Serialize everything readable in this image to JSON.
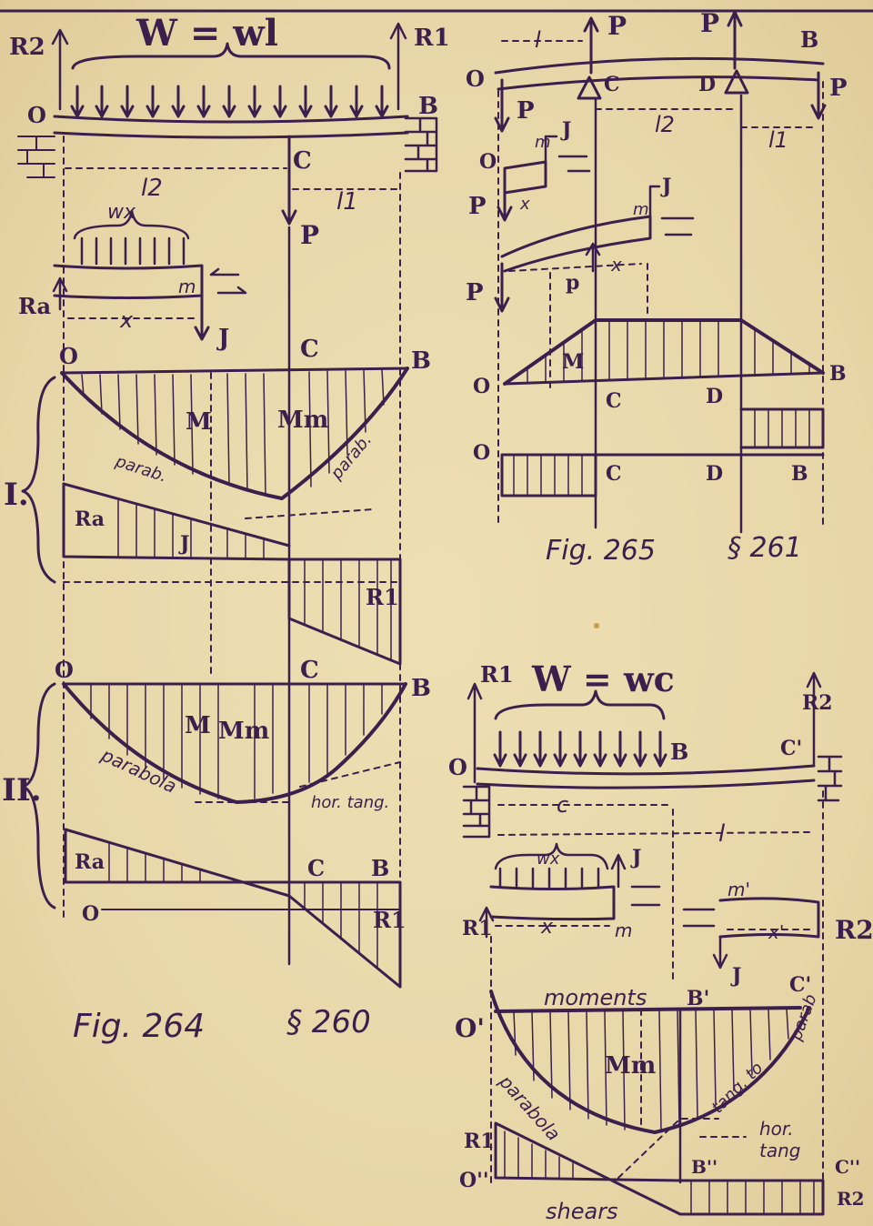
{
  "fig264": {
    "load_label": "W = wl",
    "labels": {
      "R2": "R2",
      "R1": "R1",
      "O": "O",
      "B": "B",
      "C": "C",
      "P": "P",
      "l2": "l2",
      "l1": "l1",
      "wx": "wx",
      "m": "m",
      "J": "J",
      "x": "x",
      "M": "M",
      "Mm": "Mm",
      "I": "I.",
      "II": "II.",
      "parab": "parab.",
      "parabola": "parabola",
      "hor_tang": "hor. tang.",
      "Ra": "Ra",
      "Ri": "R1"
    },
    "caption": "Fig. 264",
    "section": "§ 260"
  },
  "fig265": {
    "labels": {
      "O": "O",
      "P": "P",
      "C": "C",
      "D": "D",
      "B": "B",
      "l": "l",
      "l1": "l1",
      "l2": "l2",
      "m": "m",
      "J": "J",
      "x": "x",
      "p": "p",
      "M": "M"
    },
    "caption": "Fig. 265",
    "section": "§ 261"
  },
  "fig266": {
    "load_label": "W = wc",
    "labels": {
      "R1": "R1",
      "R2": "R2",
      "O": "O",
      "B": "B",
      "C": "C'",
      "c": "c",
      "l": "l",
      "wx": "wx",
      "J": "J",
      "m": "m",
      "x": "x",
      "mp": "m'",
      "xp": "x'",
      "moments": "moments",
      "Bp": "B'",
      "Mm": "Mm",
      "parabola": "parabola",
      "tang": "tang. to",
      "parab": "parab",
      "hor": "hor.",
      "tang2": "tang",
      "Bpp": "B''",
      "Cpp": "C''",
      "shears": "shears",
      "Opp": "O''",
      "Op": "O'"
    }
  }
}
